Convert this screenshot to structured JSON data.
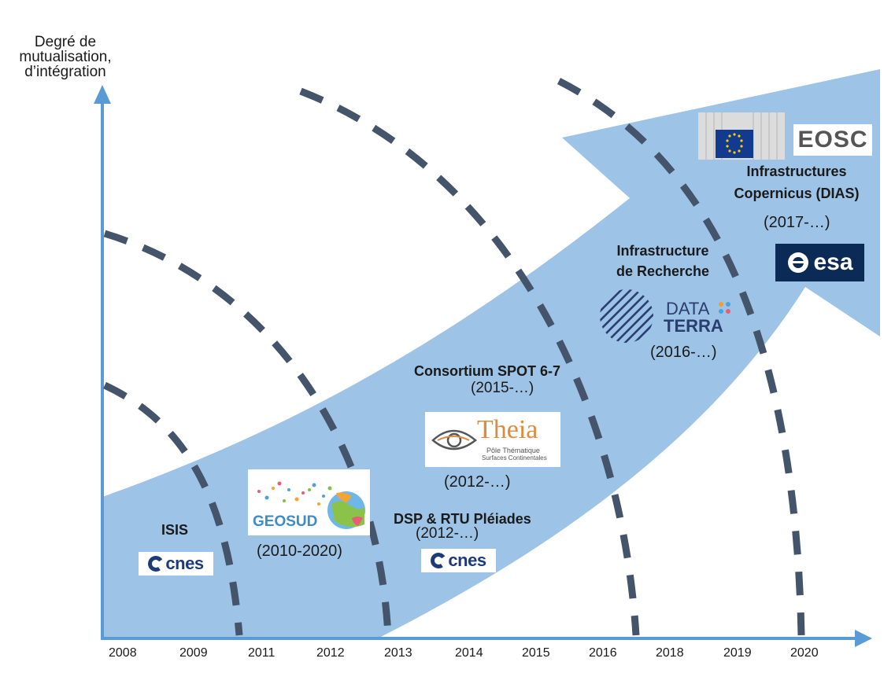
{
  "axis": {
    "y_title_lines": [
      "Degré de",
      "mutualisation,",
      "d’intégration"
    ],
    "x_years": [
      "2008",
      "2009",
      "2011",
      "2012",
      "2013",
      "2014",
      "2015",
      "2016",
      "2018",
      "2019",
      "2020"
    ]
  },
  "colors": {
    "arrow_fill": "#9dc3e6",
    "axis": "#5b9bd5",
    "dashes": "#44546a",
    "text": "#1a1a1a"
  },
  "stages": {
    "isis": {
      "title": "ISIS",
      "logo": "cnes"
    },
    "geosud": {
      "logo": "GEOSUD",
      "period": "(2010-2020)"
    },
    "pleiades": {
      "title": "DSP & RTU Pléiades",
      "period": "(2012-…)",
      "logo": "cnes"
    },
    "theia": {
      "period": "(2012-…)",
      "logo_name": "Theia",
      "logo_sub1": "Pôle Thématique",
      "logo_sub2": "Surfaces Continentales"
    },
    "spot": {
      "title": "Consortium  SPOT 6-7",
      "period": "(2015-…)"
    },
    "recherche": {
      "title_lines": [
        "Infrastructure",
        "de Recherche"
      ],
      "logo_line1": "DATA",
      "logo_line2": "TERRA",
      "period": "(2016-…)"
    },
    "copernicus": {
      "title_lines": [
        "Infrastructures",
        "Copernicus  (DIAS)"
      ],
      "period": "(2017-…)",
      "logo_eosc": "EOSC",
      "logo_esa": "esa",
      "logo_eu": "eu-flag"
    }
  },
  "logo_words": {
    "cnes": "cnes"
  }
}
